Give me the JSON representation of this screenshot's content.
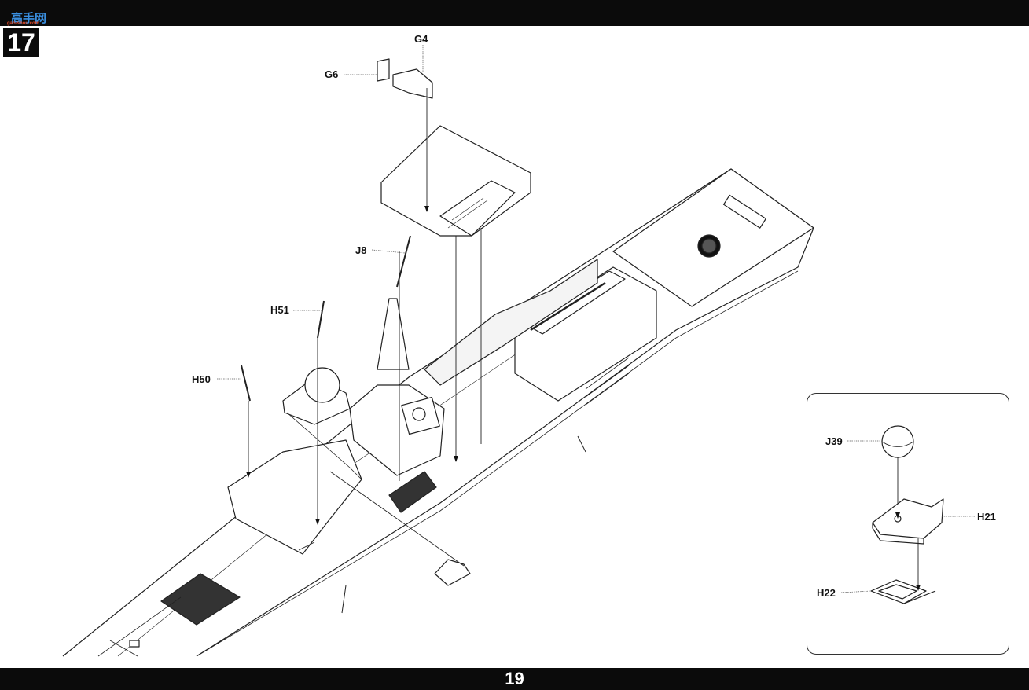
{
  "header": {
    "logo_text": "高手网",
    "logo_sub": "gao-shou.com"
  },
  "step": {
    "number": "17"
  },
  "footer": {
    "page_number": "19"
  },
  "labels": {
    "g4": "G4",
    "g6": "G6",
    "j8": "J8",
    "h51": "H51",
    "h50": "H50",
    "j39": "J39",
    "h21": "H21",
    "h22": "H22"
  }
}
